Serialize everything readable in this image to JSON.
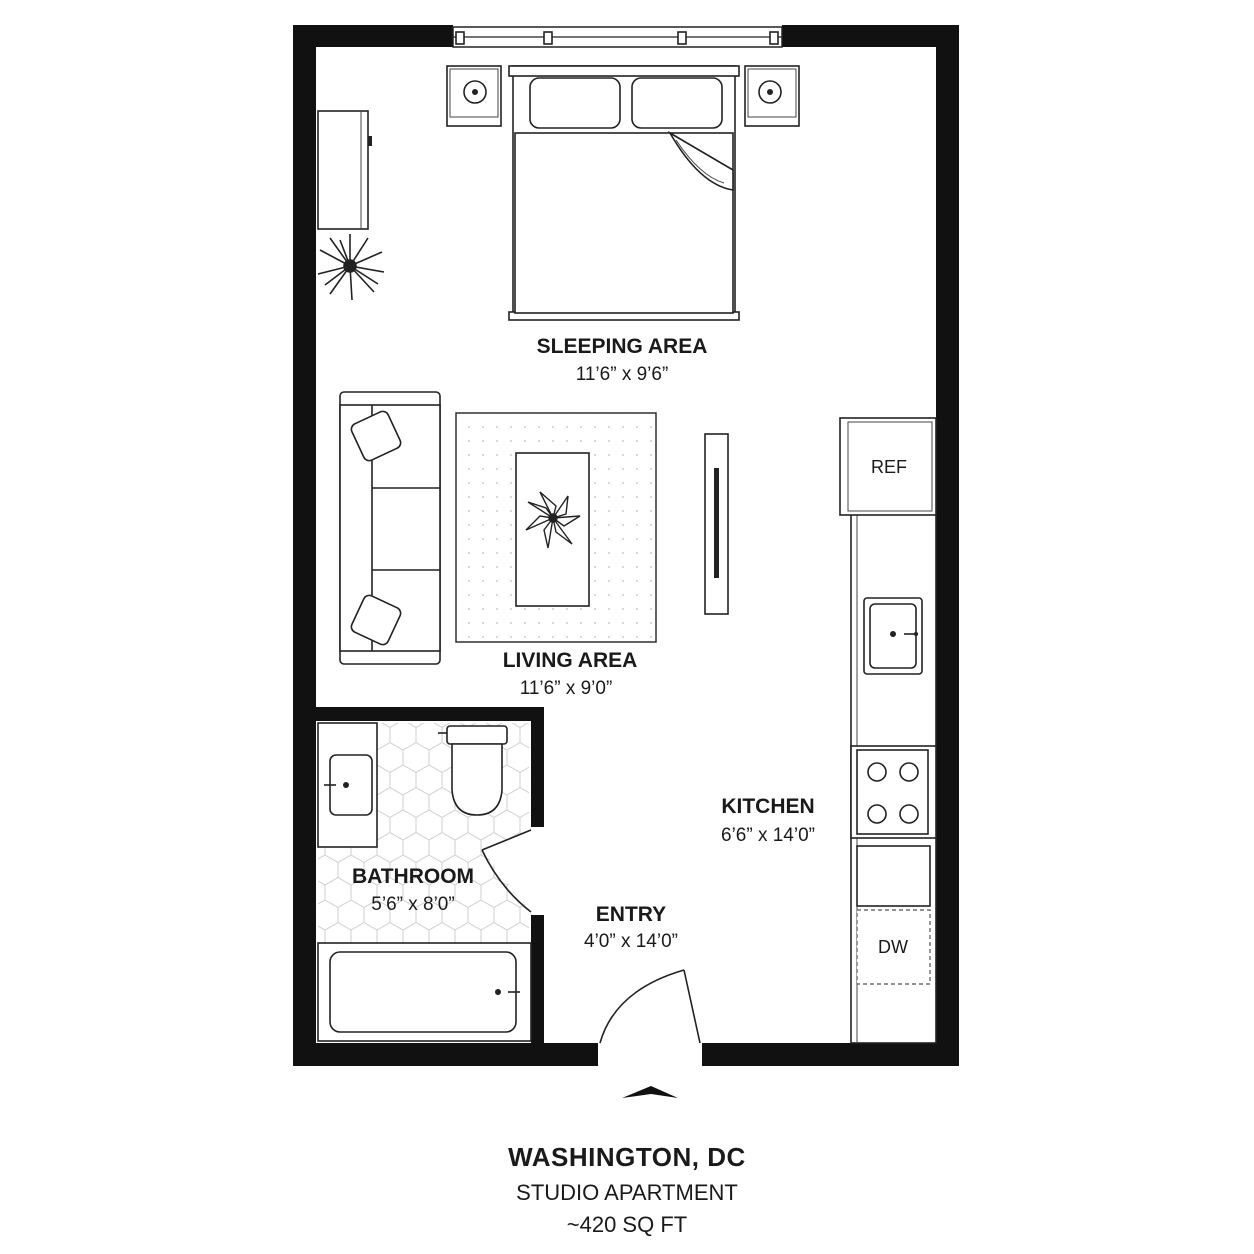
{
  "rooms": {
    "sleeping": {
      "name": "SLEEPING AREA",
      "dims": "11’6” x 9’6”"
    },
    "living": {
      "name": "LIVING AREA",
      "dims": "11’6” x 9’0”"
    },
    "kitchen": {
      "name": "KITCHEN",
      "dims": "6’6” x 14’0”"
    },
    "bathroom": {
      "name": "BATHROOM",
      "dims": "5’6” x 8’0”"
    },
    "entry": {
      "name": "ENTRY",
      "dims": "4’0” x 14’0”"
    }
  },
  "appliances": {
    "fridge": "REF",
    "dishwasher": "DW"
  },
  "footer": {
    "location": "WASHINGTON, DC",
    "unit_type": "STUDIO APARTMENT",
    "area": "~420 SQ FT"
  },
  "icons": [
    "entry-arrow-icon",
    "plant-icon",
    "bed-icon",
    "sofa-icon",
    "toilet-icon",
    "sink-icon",
    "stove-icon",
    "bathtub-icon",
    "door-swing-icon",
    "window-icon"
  ]
}
